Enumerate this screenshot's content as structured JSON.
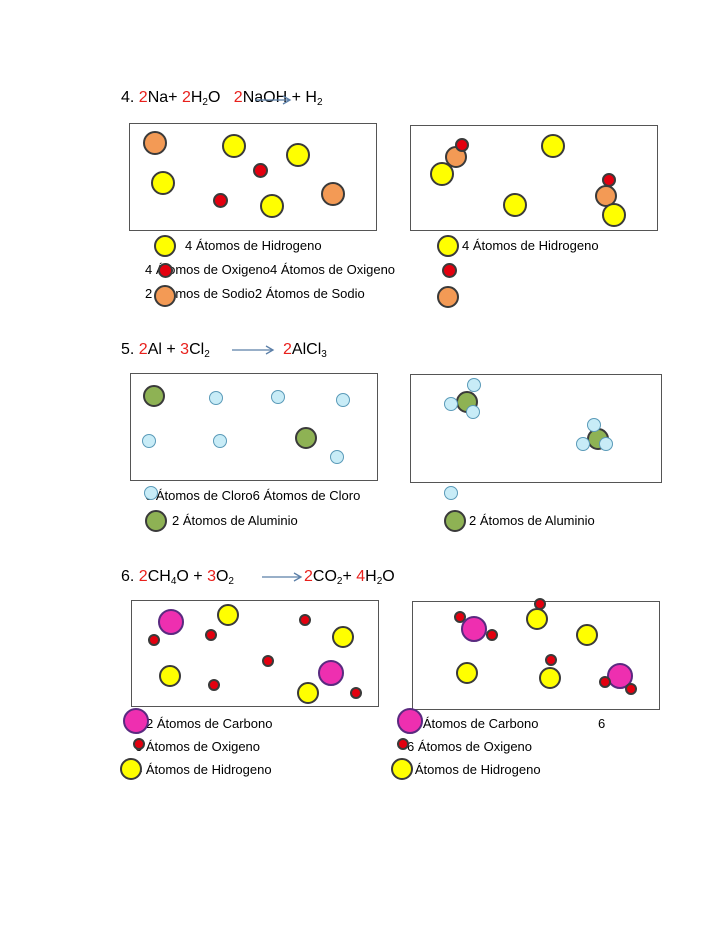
{
  "colors": {
    "hydrogen": "#ffff00",
    "oxygen": "#e3000f",
    "sodium": "#f39a55",
    "chlorine": "#c8ecf7",
    "aluminum": "#8eb254",
    "carbon": "#ee2fb0",
    "coefficient": "#e8201c",
    "arrow": "#5b7fa8",
    "outline": "#3a3a3a"
  },
  "eq4": {
    "number": "4.",
    "c1": "2",
    "r1": "Na+ ",
    "c2": "2",
    "r2a": "H",
    "r2sub": "2",
    "r2b": "O",
    "c3": "2",
    "p1": "NaOH + H",
    "p1sub": "2",
    "legend": {
      "hydrogen_left": "4 Átomos de Hidrogeno",
      "hydrogen_right": "4 Átomos de Hidrogeno",
      "oxygen_line": "4 Átomos de Oxigeno4 Átomos de Oxigeno",
      "sodium_line": "2 Átomos de Sodio2 Átomos de Sodio"
    }
  },
  "eq5": {
    "number": "5.",
    "c1": "2",
    "r1": "Al + ",
    "c2": "3",
    "r2": "Cl",
    "r2sub": "2",
    "c3": "2",
    "p1": "AlCl",
    "p1sub": "3",
    "legend": {
      "chlorine_line": "6 Átomos de Cloro6 Átomos de Cloro",
      "aluminum_left": "2 Átomos de Aluminio",
      "aluminum_right": "2 Átomos de Aluminio"
    }
  },
  "eq6": {
    "number": "6.",
    "c1": "2",
    "r1a": "CH",
    "r1sub1": "4",
    "r1b": "O + ",
    "c2": "3",
    "r2": "O",
    "r2sub": "2",
    "c3": "2",
    "p1": "CO",
    "p1sub": "2",
    "plus": "+ ",
    "c4": "4",
    "p2a": "H",
    "p2sub": "2",
    "p2b": "O",
    "legend": {
      "carbon_left": "2 Átomos de Carbono",
      "carbon_right": "2 Átomos de Carbono",
      "carbon_extra": "6",
      "oxygen_left": "6 Átomos de Oxigeno",
      "oxygen_right": "6 Átomos de Oxigeno",
      "hydrogen_left": "4 Átomos de Hidrogeno",
      "hydrogen_right": "4 Átomos de Hidrogeno"
    }
  }
}
